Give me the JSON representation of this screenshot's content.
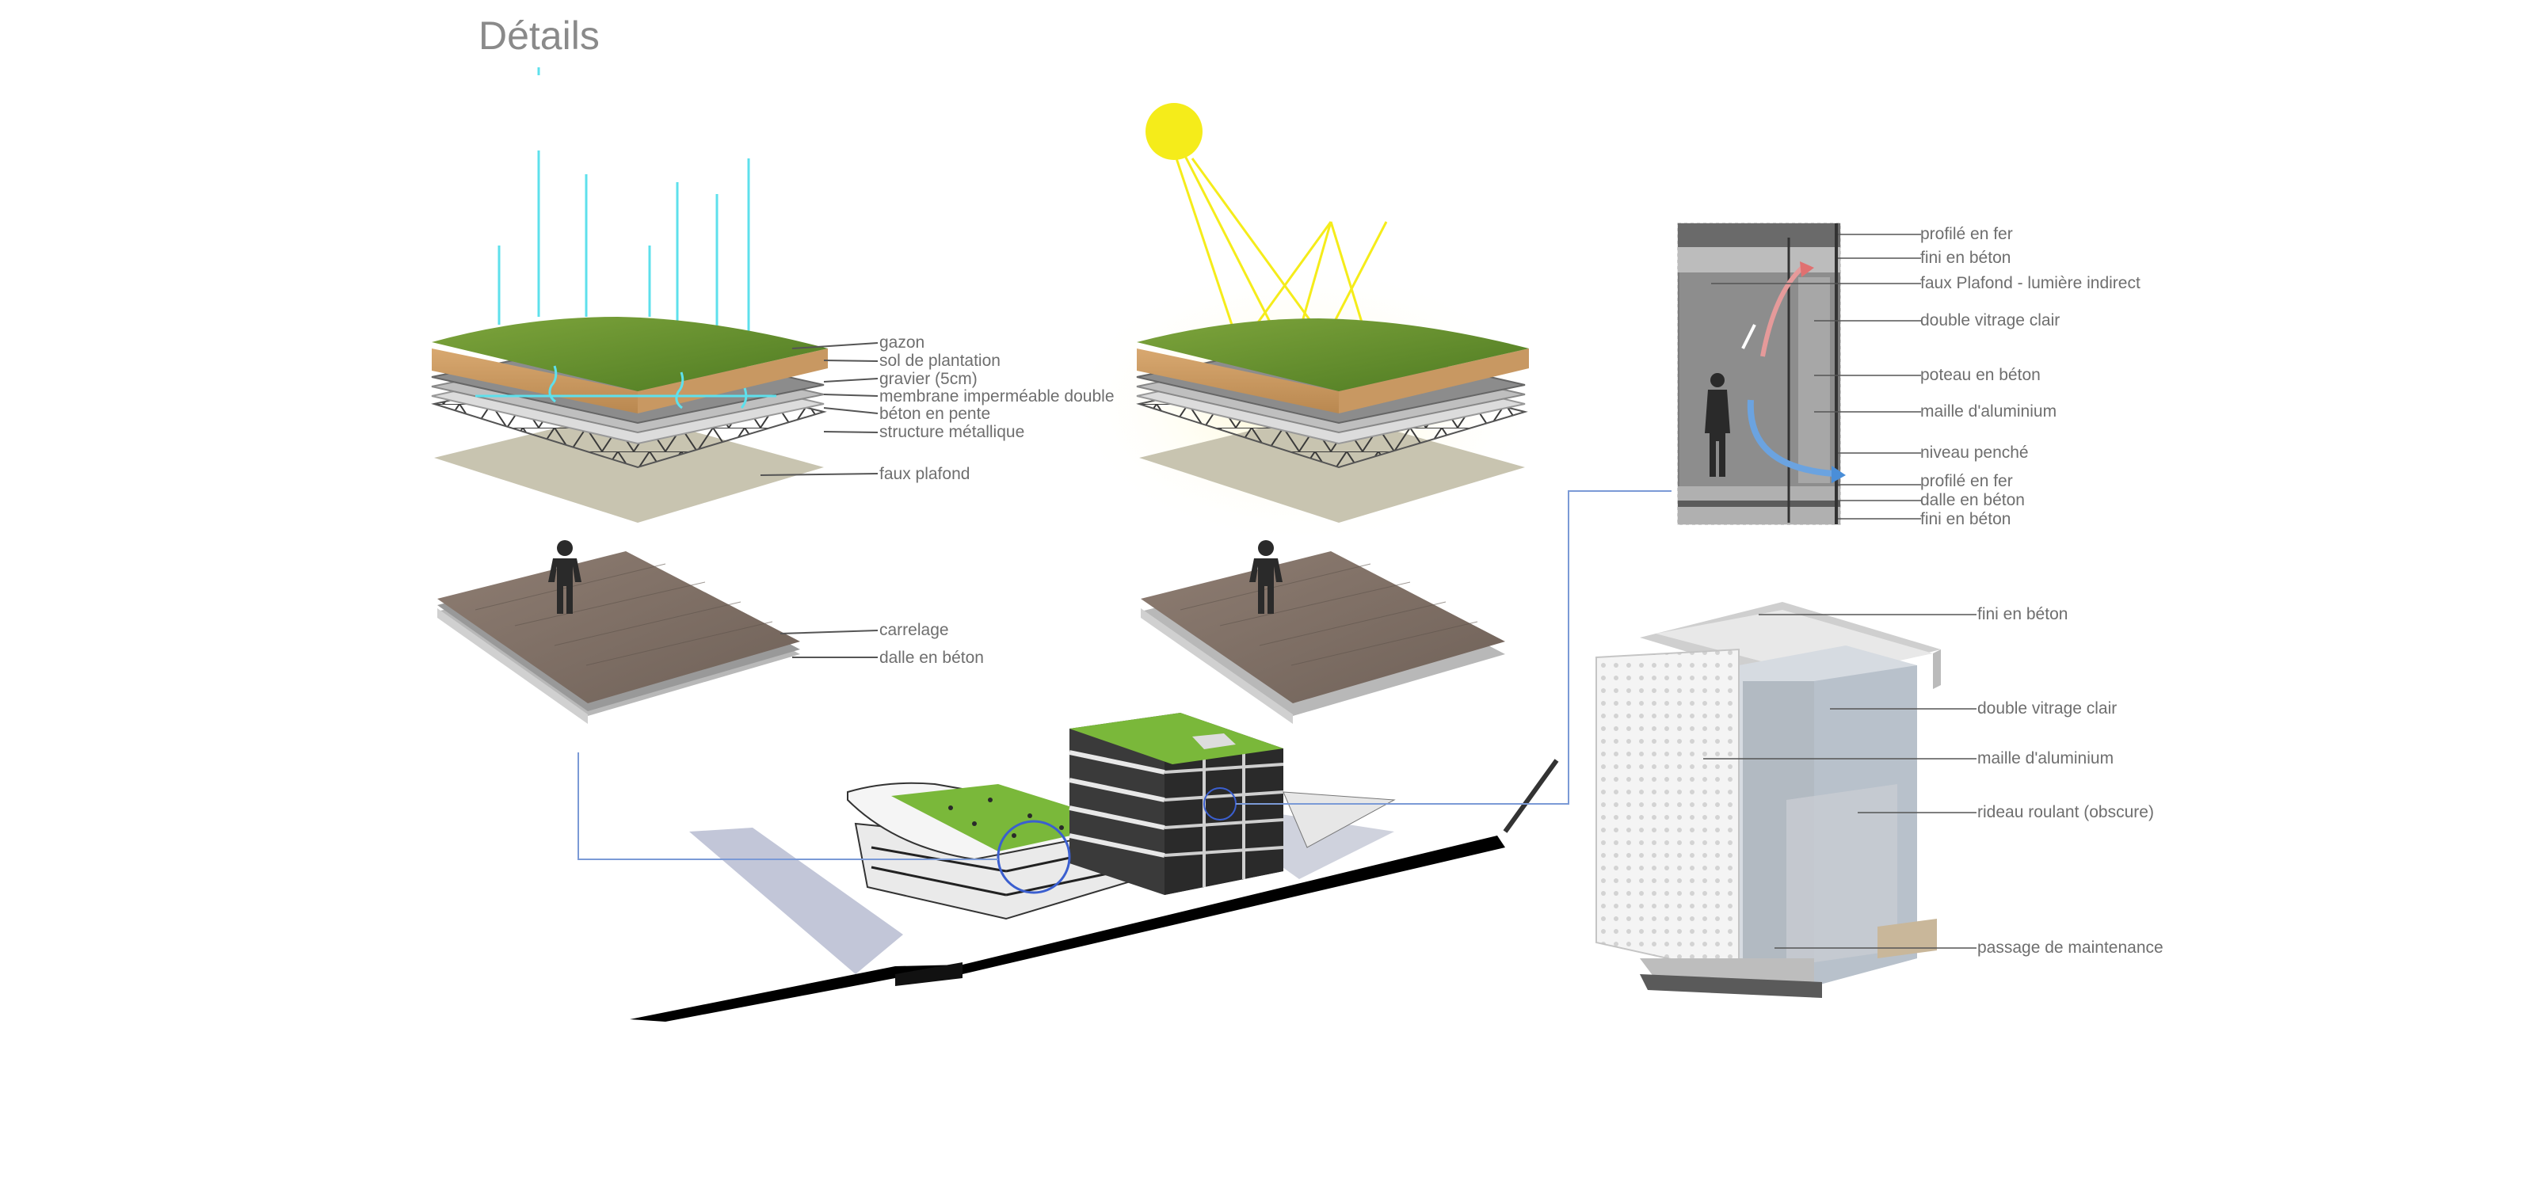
{
  "title": "Détails",
  "roof_labels": {
    "gazon": "gazon",
    "sol": "sol de plantation",
    "gravier": "gravier (5cm)",
    "membrane": "membrane imperméable double",
    "beton_pente": "béton en pente",
    "structure": "structure métallique",
    "faux_plafond": "faux plafond"
  },
  "floor_labels": {
    "carrelage": "carrelage",
    "dalle": "dalle en béton"
  },
  "section_labels": {
    "profile_top": "profilé en fer",
    "fini_top": "fini en béton",
    "faux_plafond": "faux Plafond - lumière indirect",
    "double_vitrage": "double vitrage clair",
    "poteau": "poteau en béton",
    "maille": "maille d'aluminium",
    "niveau": "niveau penché",
    "profile_bottom": "profilé en fer",
    "dalle": "dalle en béton",
    "fini_bottom": "fini en béton"
  },
  "facade_labels": {
    "fini": "fini en béton",
    "double_vitrage": "double vitrage clair",
    "maille": "maille d'aluminium",
    "rideau": "rideau roulant (obscure)",
    "passage": "passage de maintenance"
  },
  "colors": {
    "rain": "#5ee0ec",
    "sun": "#f5ec1a",
    "grass": "#6e9a32",
    "connector": "#7b9ad6",
    "label_text": "#6e6e6e"
  }
}
